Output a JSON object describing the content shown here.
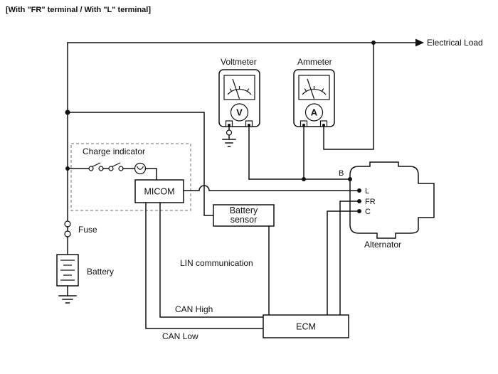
{
  "title": "[With \"FR\" terminal / With \"L\" terminal]",
  "top": {
    "electrical_load": "Electrical Load"
  },
  "meters": {
    "voltmeter": {
      "label": "Voltmeter",
      "symbol": "V"
    },
    "ammeter": {
      "label": "Ammeter",
      "symbol": "A"
    }
  },
  "cluster": {
    "charge_indicator": "Charge indicator",
    "micom": "MICOM"
  },
  "battery_sensor": {
    "line1": "Battery",
    "line2": "sensor"
  },
  "left_branch": {
    "fuse": "Fuse",
    "battery": "Battery"
  },
  "alternator": {
    "label": "Alternator",
    "terminal_b": "B",
    "terminal_l": "L",
    "terminal_fr": "FR",
    "terminal_c": "C"
  },
  "ecm": {
    "label": "ECM"
  },
  "comm": {
    "lin": "LIN communication",
    "can_high": "CAN High",
    "can_low": "CAN Low"
  },
  "colors": {
    "wire": "#111111",
    "background": "#ffffff",
    "dashed_box": "#8a8a8a"
  }
}
